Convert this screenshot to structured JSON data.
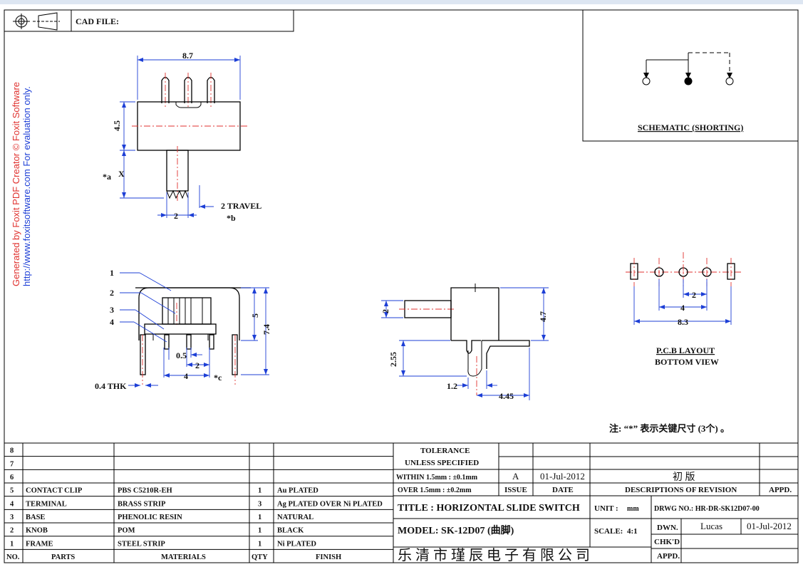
{
  "header": {
    "cad_label": "CAD FILE:",
    "projection_icon": "third-angle-projection-icon"
  },
  "watermark": {
    "line1": "Generated by Foxit PDF Creator © Foxit Software",
    "line2": "http://www.foxitsoftware.com   For evaluation only.",
    "colors": {
      "line1": "#e0322f",
      "line2": "#1d3fd6"
    }
  },
  "top_view": {
    "width_dim": "8.7",
    "height_dim": "4.5",
    "x_dim": "X",
    "note_a": "*a",
    "knob_dim": "2",
    "travel_label": "2 TRAVEL",
    "note_b": "*b"
  },
  "front_view": {
    "callouts": [
      "1",
      "2",
      "3",
      "4"
    ],
    "dim_05": "0.5",
    "dim_2": "2",
    "dim_4": "4",
    "note_c": "*c",
    "dim_5": "5",
    "dim_74": "7.4",
    "thk_label": "0.4 THK"
  },
  "side_view": {
    "dim_2": "2",
    "dim_47": "4.7",
    "dim_255": "2.55",
    "dim_12": "1.2",
    "dim_445": "4.45"
  },
  "schematic": {
    "title": "SCHEMATIC (SHORTING)"
  },
  "pcb": {
    "dim_2": "2",
    "dim_4": "4",
    "dim_83": "8.3",
    "title1": "P.C.B LAYOUT",
    "title2": "BOTTOM VIEW"
  },
  "note": "注: “*” 表示关键尺寸 (3个) 。",
  "bom": {
    "rows": [
      {
        "no": "8",
        "part": "",
        "material": "",
        "qty": "",
        "finish": ""
      },
      {
        "no": "7",
        "part": "",
        "material": "",
        "qty": "",
        "finish": ""
      },
      {
        "no": "6",
        "part": "",
        "material": "",
        "qty": "",
        "finish": ""
      },
      {
        "no": "5",
        "part": "CONTACT CLIP",
        "material": "PBS  C5210R-EH",
        "qty": "1",
        "finish": "Au PLATED"
      },
      {
        "no": "4",
        "part": "TERMINAL",
        "material": "BRASS STRIP",
        "qty": "3",
        "finish": "Ag PLATED OVER Ni PLATED"
      },
      {
        "no": "3",
        "part": "BASE",
        "material": "PHENOLIC RESIN",
        "qty": "1",
        "finish": "NATURAL"
      },
      {
        "no": "2",
        "part": "KNOB",
        "material": "POM",
        "qty": "1",
        "finish": "BLACK"
      },
      {
        "no": "1",
        "part": "FRAME",
        "material": "STEEL STRIP",
        "qty": "1",
        "finish": "Ni PLATED"
      }
    ],
    "header": {
      "no": "NO.",
      "part": "PARTS",
      "material": "MATERIALS",
      "qty": "QTY",
      "finish": "FINISH"
    }
  },
  "title_block": {
    "tol1": "TOLERANCE",
    "tol2": "UNLESS  SPECIFIED",
    "tol3": "WITHIN 1.5mm : ±0.1mm",
    "tol4": "OVER 1.5mm : ±0.2mm",
    "issue_val": "A",
    "date_val": "01-Jul-2012",
    "rev_val": "初 版",
    "issue_lbl": "ISSUE",
    "date_lbl": "DATE",
    "desc_lbl": "DESCRIPTIONS OF REVISION",
    "appd_lbl": "APPD.",
    "title": "TITLE :  HORIZONTAL SLIDE SWITCH",
    "unit_lbl": "UNIT :",
    "unit_val": "mm",
    "drwg": "DRWG NO.:  HR-DR-SK12D07-00",
    "model": "MODEL:  SK-12D07 (曲脚)",
    "scale_lbl": "SCALE:",
    "scale_val": "4:1",
    "dwn_lbl": "DWN.",
    "dwn_val": "Lucas",
    "dwn_date": "01-Jul-2012",
    "chkd_lbl": "CHK'D",
    "appd2_lbl": "APPD.",
    "company": "乐 清 市 瑾 辰 电 子 有 限 公 司"
  }
}
